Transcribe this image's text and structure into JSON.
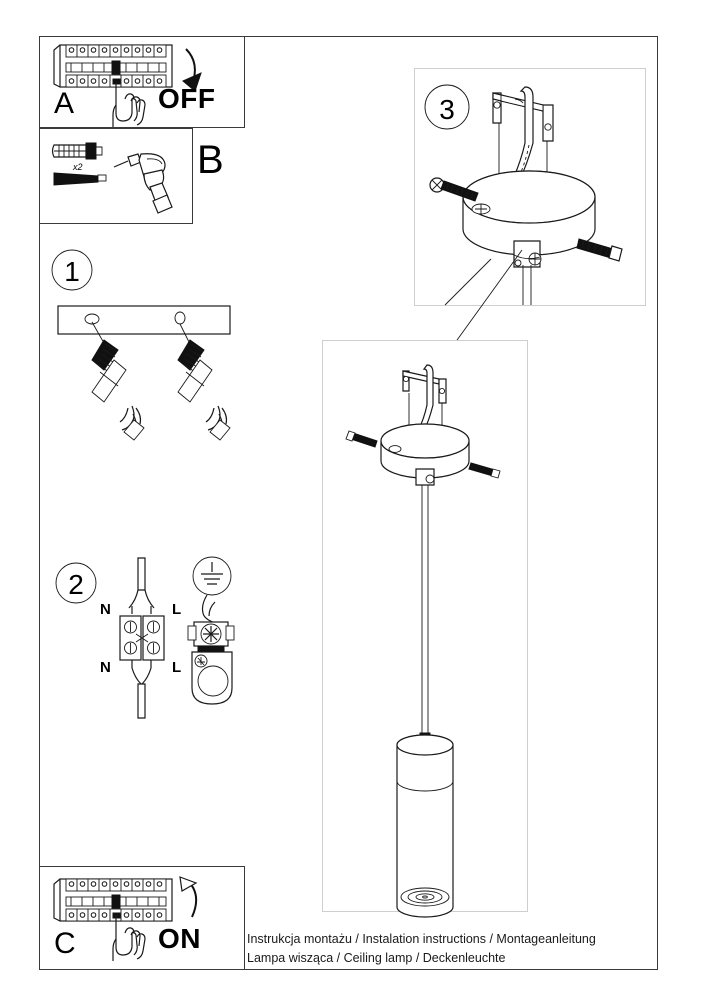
{
  "document": {
    "type": "assembly-instruction-sheet",
    "caption_lines": [
      "Instrukcja montażu / Instalation instructions / Montageanleitung",
      "Lampa wisząca / Ceiling lamp / Deckenleuchte"
    ],
    "ink_color": "#1a1a1a",
    "border_color": "#3a3a3a",
    "background": "#ffffff"
  },
  "panels": {
    "A": {
      "label": "A",
      "action_word": "OFF",
      "icon_breaker": "circuit-breaker-panel-icon",
      "icon_hand": "hand-pointing-icon",
      "icon_arrow": "arrow-down-curved-icon",
      "breaker_modules": 9
    },
    "B": {
      "label": "B",
      "icon_wall_plug": "wall-plug-icon",
      "icon_screw": "screw-icon",
      "icon_drill": "power-drill-icon",
      "quantity": "x2"
    },
    "C": {
      "label": "C",
      "action_word": "ON",
      "icon_breaker": "circuit-breaker-panel-icon",
      "icon_hand": "hand-pointing-icon",
      "icon_arrow": "arrow-up-curved-icon",
      "breaker_modules": 9
    },
    "step1": {
      "number": "1",
      "icon_ceiling_slab": "ceiling-slab-icon",
      "icon_drilled_hole": "drilled-hole-icon",
      "icon_anchor": "wall-anchor-icon",
      "hole_count": 2
    },
    "step2": {
      "number": "2",
      "terminal_labels_top": [
        "N",
        "L"
      ],
      "terminal_labels_bottom": [
        "N",
        "L"
      ],
      "icon_terminal_block": "terminal-block-icon",
      "icon_earth": "earth-ground-symbol-icon",
      "icon_cable": "cable-icon",
      "icon_earth_terminal": "earth-terminal-icon",
      "terminal_screw_count": 4
    },
    "step3": {
      "number": "3",
      "icon_mounting_bracket": "mounting-bracket-icon",
      "icon_canopy": "ceiling-canopy-icon",
      "icon_screw_left": "screw-icon",
      "icon_screw_right": "screw-icon",
      "icon_cable_clamp": "cable-clamp-icon",
      "screw_count": 2
    },
    "main": {
      "icon_detail_canopy": "canopy-detail-icon",
      "icon_leader_line": "leader-line-icon",
      "icon_suspension_cable": "suspension-cable-icon",
      "icon_shade": "cylindrical-pendant-shade-icon",
      "icon_light_aperture": "light-aperture-icon"
    }
  }
}
